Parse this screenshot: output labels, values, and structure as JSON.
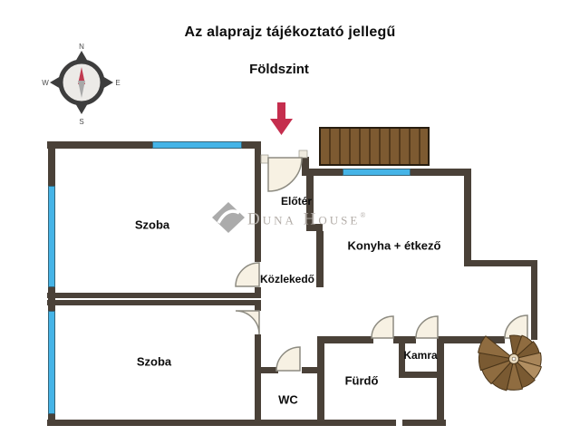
{
  "header": {
    "disclaimer": "Az alaprajz tájékoztató jellegű",
    "floor": "Földszint"
  },
  "compass": {
    "n": "N",
    "e": "E",
    "s": "S",
    "w": "W"
  },
  "watermark": {
    "brand": "Duna House",
    "registered": "®"
  },
  "rooms": [
    {
      "id": "szoba-1",
      "label": "Szoba"
    },
    {
      "id": "szoba-2",
      "label": "Szoba"
    },
    {
      "id": "eloter",
      "label": "Előtér"
    },
    {
      "id": "kozlekedo",
      "label": "Közlekedő"
    },
    {
      "id": "konyha-etkezo",
      "label": "Konyha + étkező"
    },
    {
      "id": "furdo",
      "label": "Fürdő"
    },
    {
      "id": "kamra",
      "label": "Kamra"
    },
    {
      "id": "wc",
      "label": "WC"
    }
  ],
  "icons": {
    "compass": "compass-rose",
    "entrance": "red-down-arrow",
    "terrace": "wood-deck",
    "stairs": "spiral-staircase"
  },
  "colors": {
    "wall": "#4a4138",
    "window": "#45b4e7",
    "door": "#f7f1e3",
    "deck": "#7d5a31",
    "stairs": "#8f6c40",
    "entrance_arrow": "#c52e4e",
    "compass_needle_north": "#c03a50",
    "watermark": "#b3ada8"
  }
}
